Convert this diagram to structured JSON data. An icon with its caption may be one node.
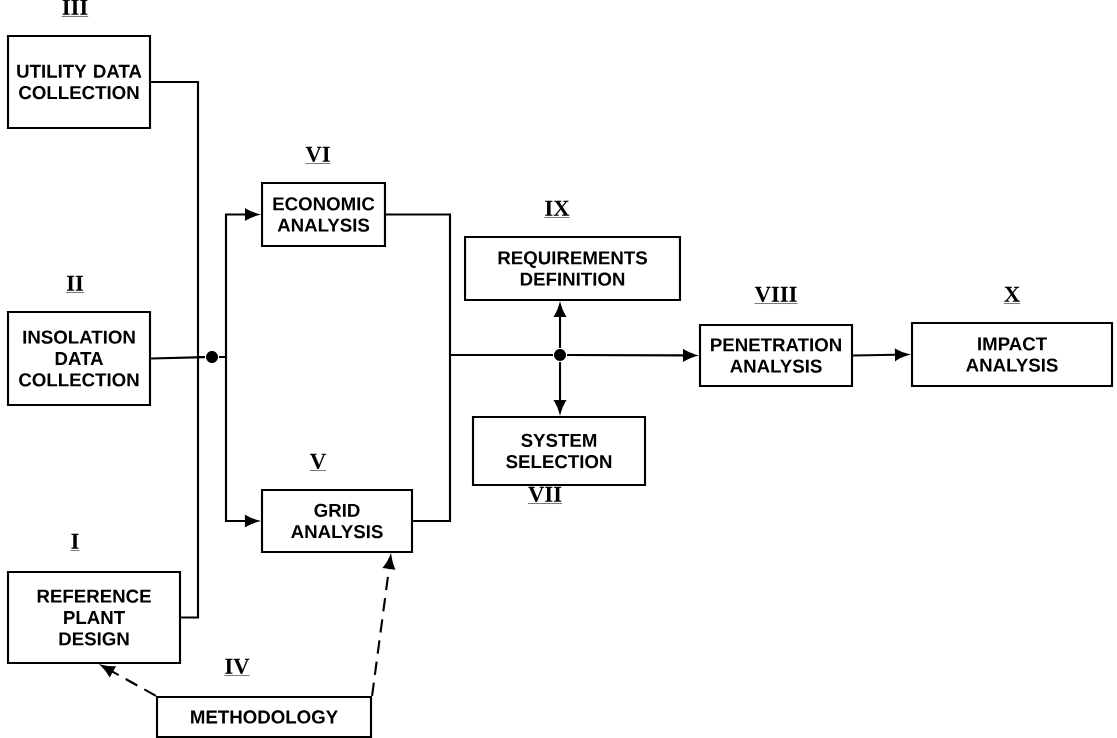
{
  "diagram": {
    "nodes": [
      {
        "text": [
          "III",
          "UTILITY DATA COLLECTION"
        ]
      },
      {
        "text": [
          "II",
          "INSOLATION DATA COLLECTION"
        ]
      },
      {
        "text": [
          "I",
          "REFERENCE PLANT DESIGN"
        ]
      },
      {
        "text": [
          "VI",
          "ECONOMIC ANALYSIS"
        ]
      },
      {
        "text": [
          "V",
          "GRID ANALYSIS"
        ]
      },
      {
        "text": [
          "IX",
          "REQUIREMENTS DEFINITION"
        ]
      },
      {
        "text": [
          "SYSTEM SELECTION",
          "VII"
        ]
      },
      {
        "text": [
          "VIII",
          "PENETRATION ANALYSIS"
        ]
      },
      {
        "text": [
          "X",
          "IMPACT ANALYSIS"
        ]
      },
      {
        "text": [
          "IV",
          "METHODOLOGY"
        ]
      },
      {
        "text": [],
        "shape": "circle"
      },
      {
        "text": [],
        "shape": "circle"
      }
    ],
    "edges": [
      {
        "from": 0,
        "to": 10,
        "arrow": "none"
      },
      {
        "from": 1,
        "to": 10,
        "arrow": "none"
      },
      {
        "from": 2,
        "to": 10,
        "arrow": "none"
      },
      {
        "from": 10,
        "to": 3,
        "arrow": "to"
      },
      {
        "from": 10,
        "to": 4,
        "arrow": "to"
      },
      {
        "from": 3,
        "to": 11,
        "arrow": "none"
      },
      {
        "from": 4,
        "to": 11,
        "arrow": "none"
      },
      {
        "from": 11,
        "to": 5,
        "arrow": "to"
      },
      {
        "from": 11,
        "to": 6,
        "arrow": "to"
      },
      {
        "from": 11,
        "to": 7,
        "arrow": "to"
      },
      {
        "from": 7,
        "to": 8,
        "arrow": "to"
      },
      {
        "from": 9,
        "to": 2,
        "arrow": "to",
        "style": "dashed"
      },
      {
        "from": 9,
        "to": 4,
        "arrow": "to",
        "style": "dashed"
      }
    ]
  }
}
